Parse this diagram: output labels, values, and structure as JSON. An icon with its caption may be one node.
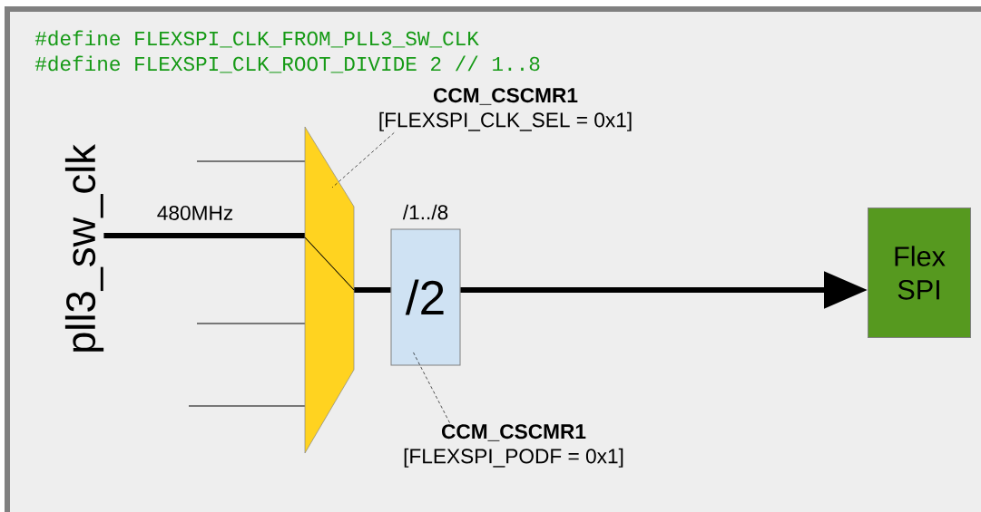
{
  "diagram": {
    "nodes": [
      {
        "text": [
          "pll3_sw_clk"
        ]
      },
      {
        "text": [],
        "shape": "trapezoid"
      },
      {
        "text": [
          "CCM_CSCMR1",
          "[FLEXSPI_CLK_SEL = 0x1]"
        ]
      },
      {
        "text": [
          "/2"
        ],
        "beside": [
          "/1../8"
        ]
      },
      {
        "text": [
          "CCM_CSCMR1",
          "[FLEXSPI_PODF = 0x1]"
        ]
      },
      {
        "text": [
          "Flex SPI"
        ]
      }
    ],
    "edges": [
      {
        "from": 0,
        "to": 1,
        "arrow": "none",
        "style": "thick",
        "label": "480MHz"
      },
      {
        "from": 1,
        "to": 3,
        "arrow": "none",
        "style": "thick"
      },
      {
        "from": 3,
        "to": 5,
        "arrow": "to",
        "style": "thick"
      },
      {
        "from": null,
        "to": 1,
        "arrow": "none"
      },
      {
        "from": null,
        "to": 1,
        "arrow": "none"
      },
      {
        "from": null,
        "to": 1,
        "arrow": "none"
      },
      {
        "from": 2,
        "to": 1,
        "arrow": "none",
        "style": "dashed"
      },
      {
        "from": 4,
        "to": 3,
        "arrow": "none",
        "style": "dashed"
      }
    ],
    "labels": [
      "#define FLEXSPI_CLK_FROM_PLL3_SW_CLK",
      "#define FLEXSPI_CLK_ROOT_DIVIDE  2 // 1..8"
    ]
  }
}
